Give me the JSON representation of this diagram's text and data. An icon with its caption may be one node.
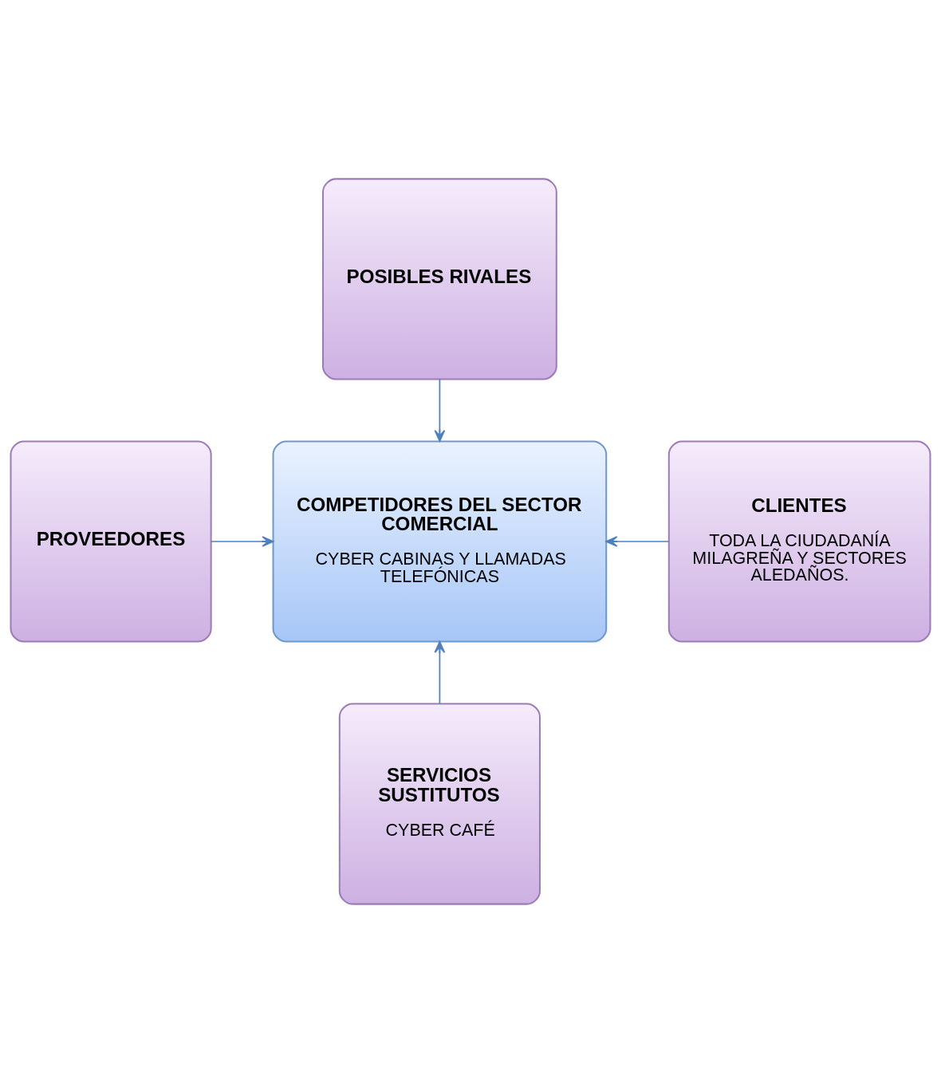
{
  "diagram": {
    "nodes": [
      {
        "text": [
          "POSIBLES RIVALES"
        ]
      },
      {
        "text": [
          "PROVEEDORES"
        ]
      },
      {
        "text": [
          "COMPETIDORES DEL SECTOR COMERCIAL",
          "CYBER CABINAS Y LLAMADAS TELEFÓNICAS"
        ]
      },
      {
        "text": [
          "CLIENTES",
          "TODA LA CIUDADANÍA MILAGREÑA Y SECTORES ALEDAÑOS."
        ]
      },
      {
        "text": [
          "SERVICIOS SUSTITUTOS",
          "CYBER CAFÉ"
        ]
      }
    ],
    "edges": [
      {
        "from": 0,
        "to": 2,
        "arrow": "to"
      },
      {
        "from": 1,
        "to": 2,
        "arrow": "to"
      },
      {
        "from": 3,
        "to": 2,
        "arrow": "to"
      },
      {
        "from": 4,
        "to": 2,
        "arrow": "to"
      }
    ]
  }
}
